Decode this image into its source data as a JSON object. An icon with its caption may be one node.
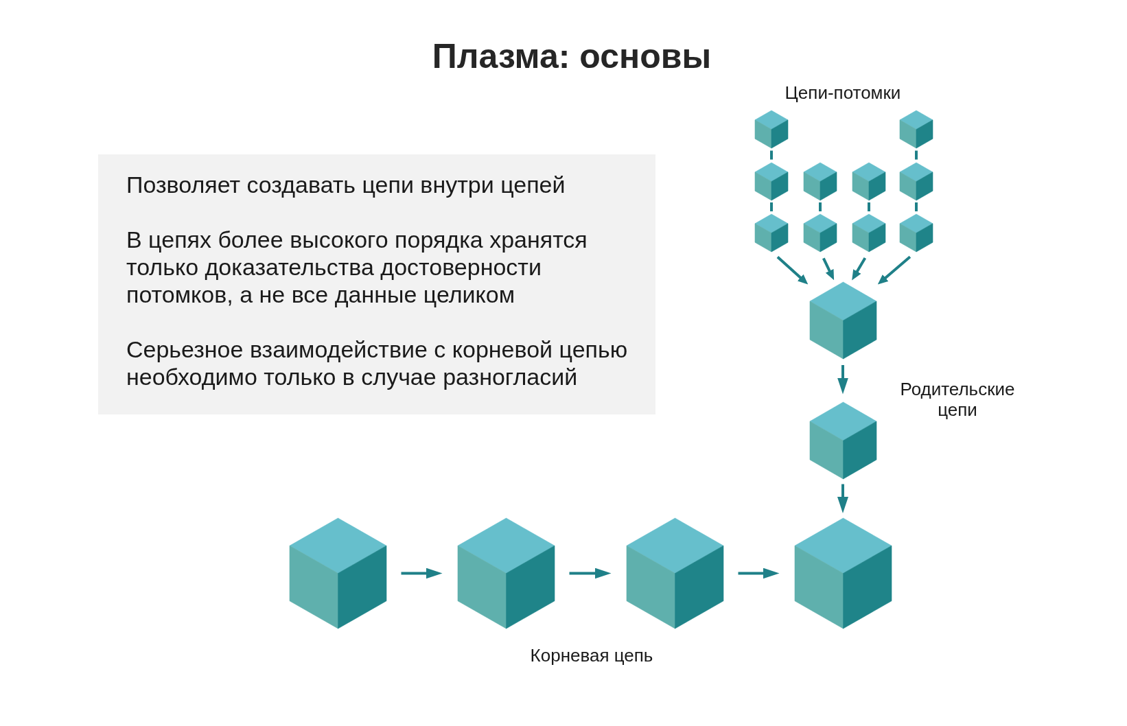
{
  "diagram": {
    "title": "Плазма: основы",
    "nodes": [
      {
        "text": [
          "Позволяет создавать цепи внутри цепей",
          "В цепях более высокого порядка хранятся только доказательства достоверности потомков, а не все данные целиком",
          "Серьезное взаимодействие с корневой цепью необходимо только в случае разногласий"
        ]
      },
      {
        "text": [],
        "shape": "cube"
      },
      {
        "text": [],
        "shape": "cube"
      },
      {
        "text": [],
        "shape": "cube"
      },
      {
        "text": [],
        "shape": "cube"
      },
      {
        "text": [],
        "shape": "cube"
      },
      {
        "text": [],
        "shape": "cube"
      },
      {
        "text": [],
        "shape": "cube"
      },
      {
        "text": [],
        "shape": "cube"
      },
      {
        "text": [],
        "shape": "cube"
      },
      {
        "text": [],
        "shape": "cube"
      },
      {
        "text": [],
        "shape": "cube"
      },
      {
        "text": [],
        "shape": "cube"
      },
      {
        "text": [],
        "shape": "cube"
      },
      {
        "text": [],
        "shape": "cube"
      },
      {
        "text": [],
        "shape": "cube"
      },
      {
        "text": [],
        "shape": "cube"
      }
    ],
    "edges": [
      {
        "from": 1,
        "to": 3,
        "arrow": "none",
        "style": "dashed"
      },
      {
        "from": 3,
        "to": 7,
        "arrow": "none",
        "style": "dashed"
      },
      {
        "from": 2,
        "to": 6,
        "arrow": "none",
        "style": "dashed"
      },
      {
        "from": 6,
        "to": 10,
        "arrow": "none",
        "style": "dashed"
      },
      {
        "from": 4,
        "to": 8,
        "arrow": "none",
        "style": "dashed"
      },
      {
        "from": 5,
        "to": 9,
        "arrow": "none",
        "style": "dashed"
      },
      {
        "from": 7,
        "to": 11,
        "arrow": "to"
      },
      {
        "from": 8,
        "to": 11,
        "arrow": "to"
      },
      {
        "from": 9,
        "to": 11,
        "arrow": "to"
      },
      {
        "from": 10,
        "to": 11,
        "arrow": "to"
      },
      {
        "from": 11,
        "to": 12,
        "arrow": "to"
      },
      {
        "from": 12,
        "to": 16,
        "arrow": "to"
      },
      {
        "from": 13,
        "to": 14,
        "arrow": "to"
      },
      {
        "from": 14,
        "to": 15,
        "arrow": "to"
      },
      {
        "from": 15,
        "to": 16,
        "arrow": "to"
      }
    ],
    "labels": [
      "Цепи-потомки",
      "Родительские цепи",
      "Корневая цепь"
    ]
  }
}
